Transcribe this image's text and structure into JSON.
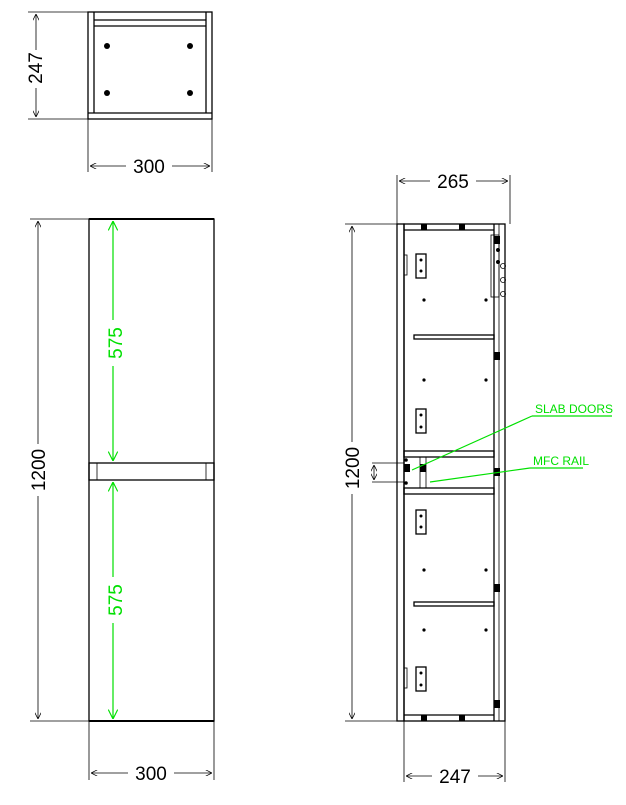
{
  "top_view": {
    "depth_label": "247",
    "width_label": "300"
  },
  "front_view": {
    "height_label": "1200",
    "upper_door_label": "575",
    "lower_door_label": "575",
    "width_label": "300"
  },
  "side_view": {
    "top_width_label": "265",
    "height_label": "1200",
    "bottom_width_label": "247",
    "callout_slab_doors": "SLAB DOORS",
    "callout_mfc_rail": "MFC RAIL"
  },
  "colors": {
    "line": "#000000",
    "green_dimension": "#00e000"
  }
}
